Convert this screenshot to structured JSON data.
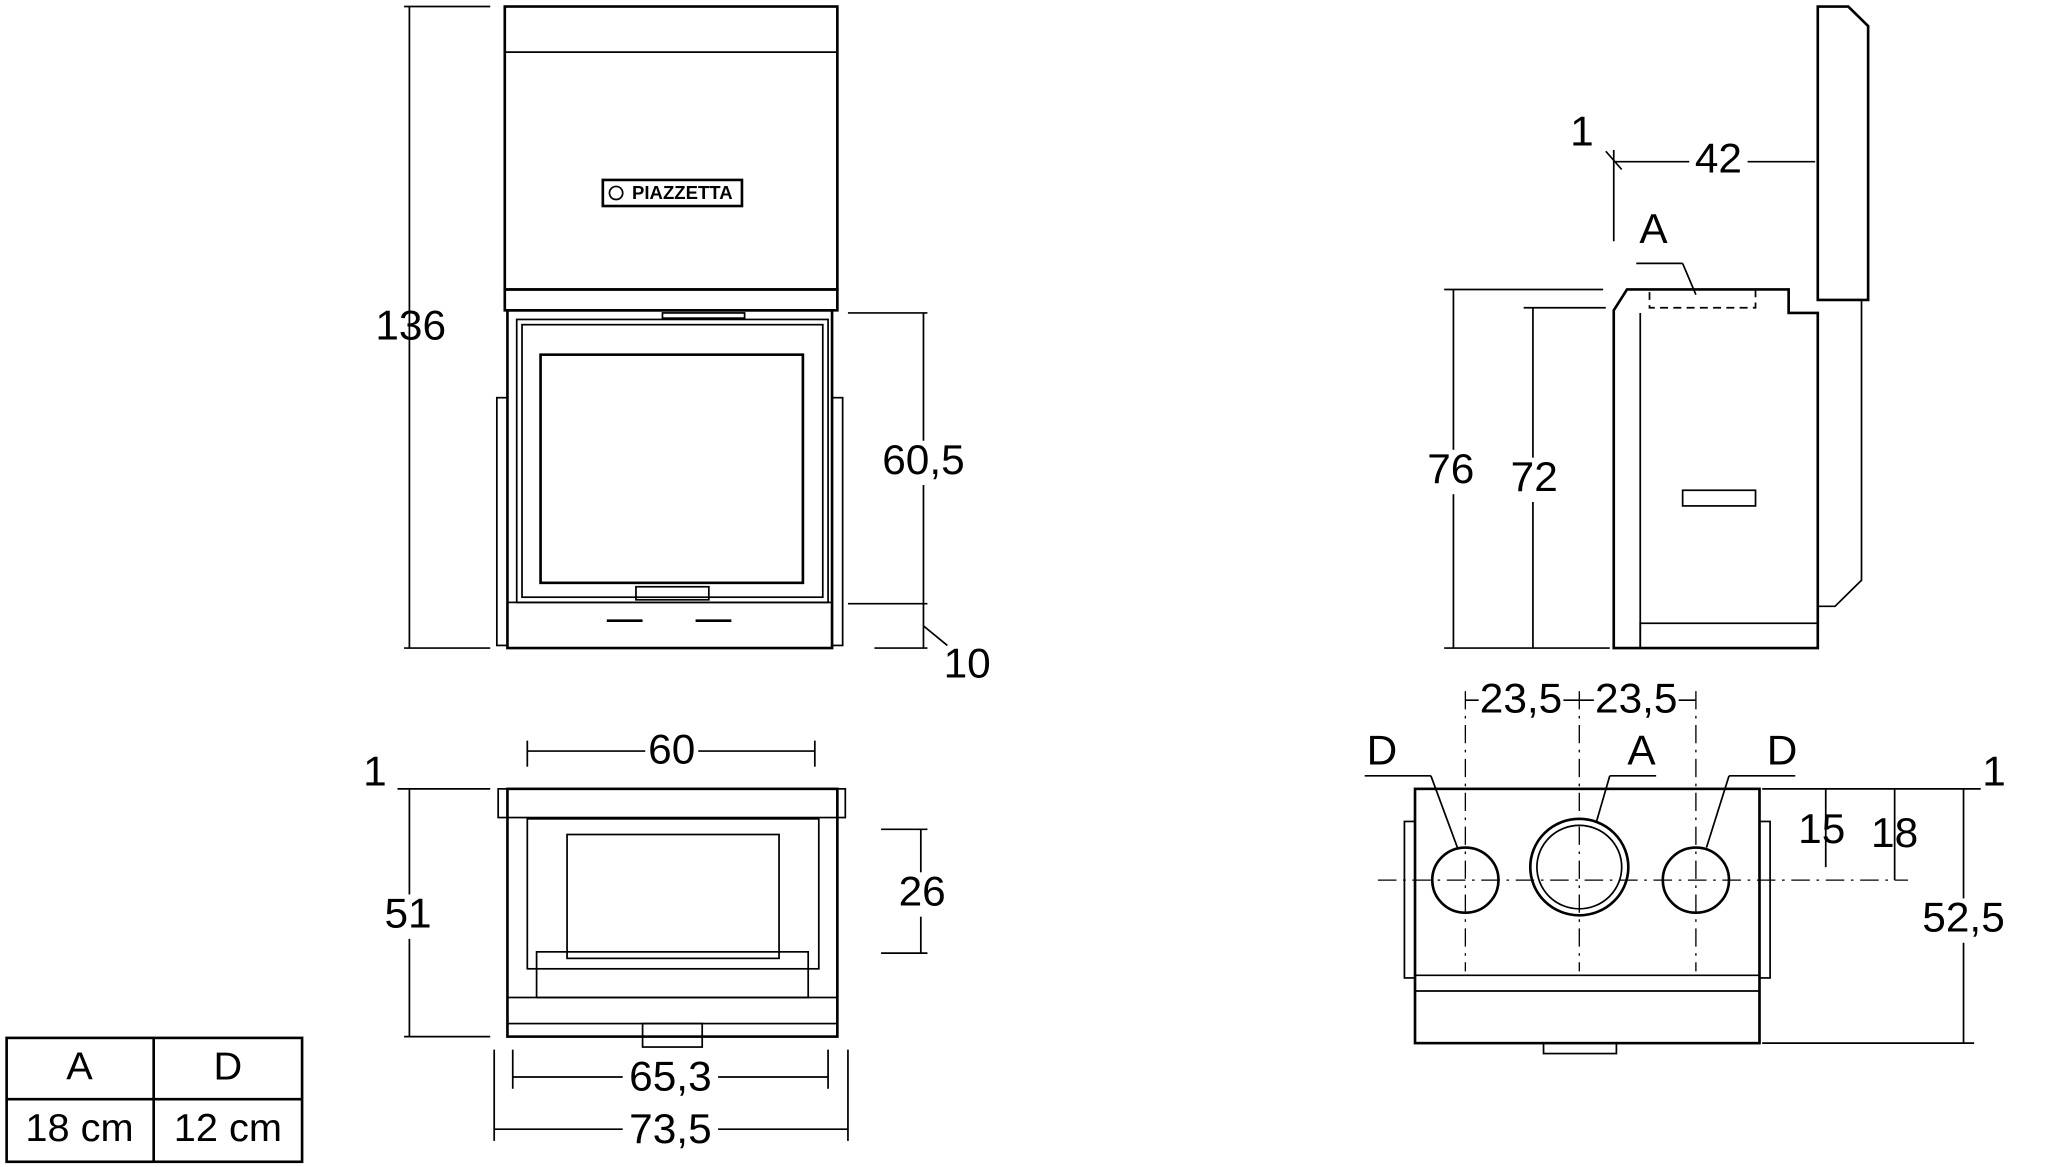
{
  "logo_text": "PIAZZETTA",
  "front_view": {
    "height_total": "136",
    "door_height": "60,5",
    "base_height": "10"
  },
  "front_plan": {
    "inner_width": "60",
    "offset": "1",
    "depth": "51",
    "firebox_depth": "26",
    "mid_width": "65,3",
    "overall_width": "73,5"
  },
  "side_view": {
    "offset": "1",
    "depth": "42",
    "outlet_label": "A",
    "height_outer": "76",
    "height_inner": "72"
  },
  "top_plan": {
    "spacing_left": "23,5",
    "spacing_right": "23,5",
    "label_d_left": "D",
    "label_a": "A",
    "label_d_right": "D",
    "offset": "1",
    "dist_d": "15",
    "dist_a": "18",
    "depth": "52,5"
  },
  "legend_table": {
    "headers": [
      "A",
      "D"
    ],
    "values": [
      "18 cm",
      "12 cm"
    ]
  }
}
